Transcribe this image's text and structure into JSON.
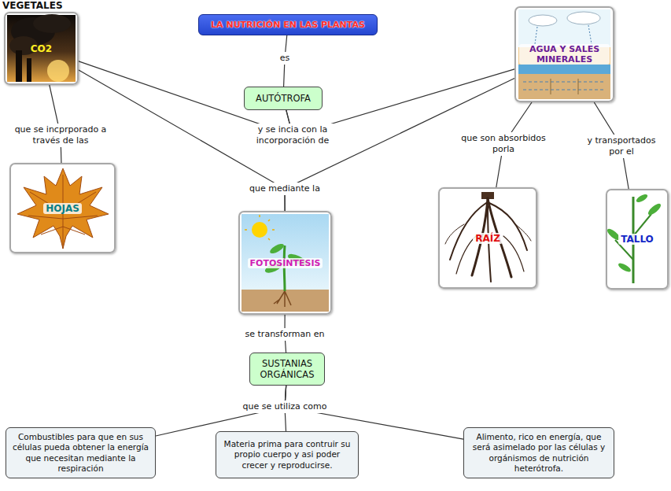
{
  "diagram": {
    "nodes": [
      {
        "text": [
          "LA NUTRICIÓN EN LAS PLANTAS"
        ]
      },
      {
        "text": [
          "AUTÓTROFA"
        ]
      },
      {
        "text": [
          "CO2"
        ]
      },
      {
        "text": [
          "AGUA Y SALES MINERALES"
        ]
      },
      {
        "text": [
          "HOJAS"
        ]
      },
      {
        "text": [
          "FOTOSÍNTESIS"
        ]
      },
      {
        "text": [
          "RAÍZ"
        ]
      },
      {
        "text": [
          "TALLO"
        ]
      },
      {
        "text": [
          "SUSTANIAS ORGÁNICAS"
        ]
      },
      {
        "text": [
          "Combustibles para que en sus células pueda obtener la energía que necesitan mediante la respiración"
        ]
      },
      {
        "text": [
          "Materia prima para contruir su propio cuerpo y asi poder crecer y reproducirse."
        ]
      },
      {
        "text": [
          "Alimento, rico en energía, que será asimelado por las células y orgánismos de nutrición heterótrofa."
        ]
      }
    ],
    "edges": [
      {
        "from": 0,
        "to": 1,
        "label": "es",
        "arrow": "none"
      },
      {
        "from": 1,
        "to": 2,
        "label": "y se incia con la incorporación de",
        "arrow": "none"
      },
      {
        "from": 1,
        "to": 3,
        "arrow": "none"
      },
      {
        "from": 2,
        "to": 4,
        "label": "que se incprporado a través de las",
        "arrow": "none"
      },
      {
        "from": 2,
        "to": 5,
        "label": "que mediante la",
        "arrow": "none"
      },
      {
        "from": 3,
        "to": 5,
        "arrow": "none"
      },
      {
        "from": 3,
        "to": 6,
        "label": "que son absorbidos porla",
        "arrow": "none"
      },
      {
        "from": 3,
        "to": 7,
        "label": "y transportados por el",
        "arrow": "none"
      },
      {
        "from": 5,
        "to": 8,
        "label": "se transforman en",
        "arrow": "none"
      },
      {
        "from": 8,
        "to": 9,
        "label": "que se utiliza como",
        "arrow": "none"
      },
      {
        "from": 8,
        "to": 10,
        "arrow": "none"
      },
      {
        "from": 8,
        "to": 11,
        "arrow": "none"
      }
    ],
    "labels": [
      "VEGETALES"
    ]
  }
}
